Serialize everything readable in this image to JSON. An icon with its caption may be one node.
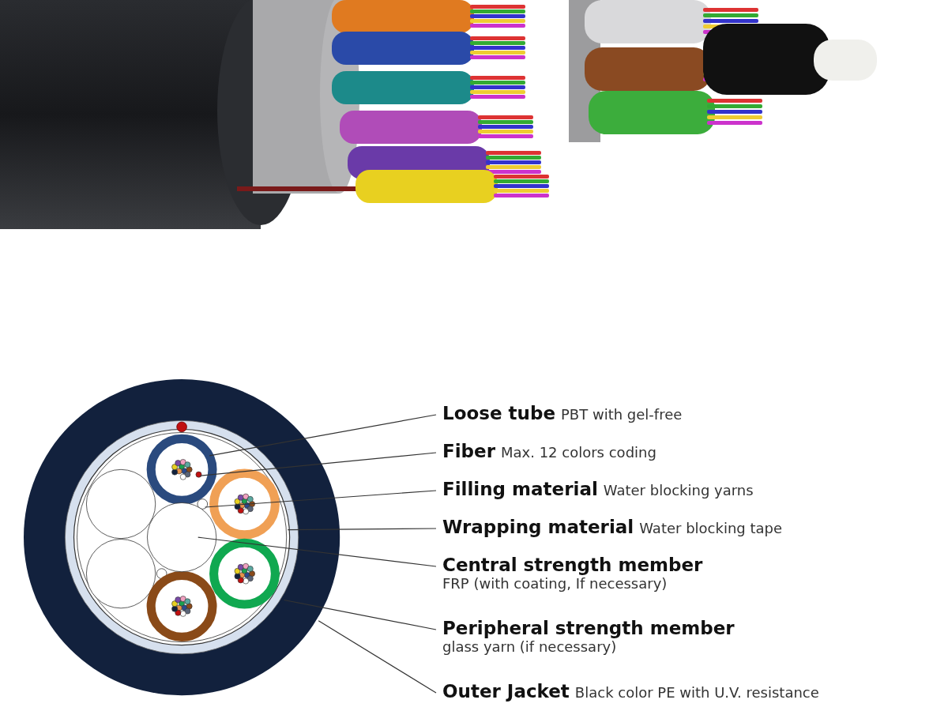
{
  "diagram": {
    "nodes": [
      {
        "text": [
          "Loose tube",
          "PBT with gel-free"
        ]
      },
      {
        "text": [
          "Fiber",
          "Max. 12 colors coding"
        ]
      },
      {
        "text": [
          "Filling material",
          "Water blocking yarns"
        ]
      },
      {
        "text": [
          "Wrapping material",
          "Water blocking tape"
        ]
      },
      {
        "text": [
          "Central strength member",
          "FRP (with coating, If necessary)"
        ]
      },
      {
        "text": [
          "Peripheral strength member",
          "glass yarn (if necessary)"
        ]
      },
      {
        "text": [
          "Outer Jacket",
          "Black color PE with U.V. resistance"
        ]
      },
      {
        "text": [],
        "shape": "circle"
      },
      {
        "text": [],
        "shape": "circle",
        "in": 7
      },
      {
        "text": [],
        "shape": "circle",
        "in": 8
      },
      {
        "text": [],
        "shape": "circle",
        "in": 9
      },
      {
        "text": [],
        "shape": "circle",
        "in": 10
      },
      {
        "text": [],
        "shape": "circle",
        "in": 9
      },
      {
        "text": [],
        "shape": "circle",
        "in": 9
      }
    ],
    "edges": [
      {
        "from": 0,
        "to": 10,
        "arrow": "none"
      },
      {
        "from": 1,
        "to": 11,
        "arrow": "none"
      },
      {
        "from": 2,
        "to": 12,
        "arrow": "none"
      },
      {
        "from": 3,
        "to": 9,
        "arrow": "none"
      },
      {
        "from": 4,
        "to": 13,
        "arrow": "none"
      },
      {
        "from": 5,
        "to": 8,
        "arrow": "none"
      },
      {
        "from": 6,
        "to": 7,
        "arrow": "none"
      }
    ]
  }
}
